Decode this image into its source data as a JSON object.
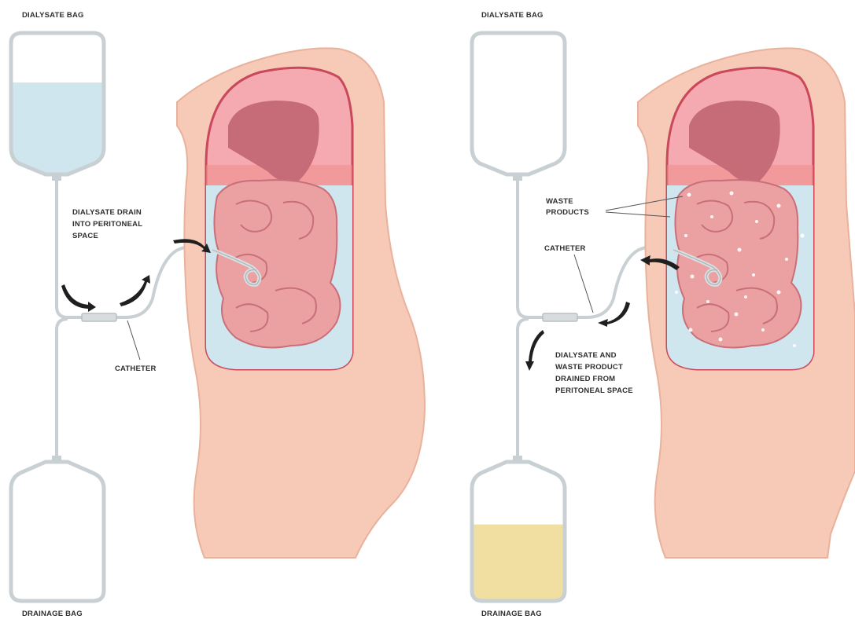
{
  "left_panel": {
    "dialysate_bag_label": "DIALYSATE BAG",
    "drainage_bag_label": "DRAINAGE BAG",
    "flow_label": [
      "DIALYSATE DRAIN",
      "INTO PERITONEAL",
      "SPACE"
    ],
    "catheter_label": "CATHETER",
    "dialysate_bag_fill": 0.65,
    "drainage_bag_fill": 0.0
  },
  "right_panel": {
    "dialysate_bag_label": "DIALYSATE BAG",
    "drainage_bag_label": "DRAINAGE BAG",
    "waste_label": [
      "WASTE",
      "PRODUCTS"
    ],
    "catheter_label": "CATHETER",
    "flow_label": [
      "DIALYSATE AND",
      "WASTE PRODUCT",
      "DRAINED FROM",
      "PERITONEAL SPACE"
    ],
    "dialysate_bag_fill": 0.0,
    "drainage_bag_fill": 0.55
  },
  "colors": {
    "skin": "#f7c9b7",
    "skin_outline": "#e8b29c",
    "cavity_wall": "#c9485a",
    "cavity_fill": "#f4aab0",
    "organ_dark": "#c66b78",
    "intestine": "#eba1a1",
    "intestine_outline": "#c96f7a",
    "dialysate": "#cfe6ef",
    "bag_outline": "#c8d0d3",
    "waste_fluid": "#f1dfa1",
    "arrow": "#1f1f1f"
  }
}
